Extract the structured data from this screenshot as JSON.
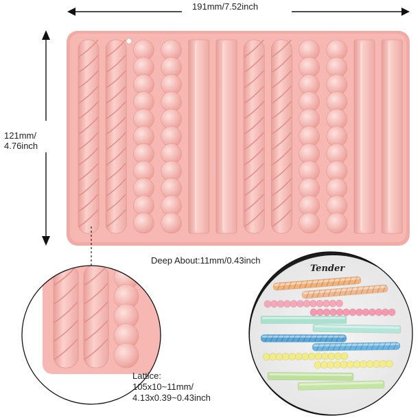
{
  "dimensions": {
    "width_label": "191mm/7.52inch",
    "height_label_line1": "121mm/",
    "height_label_line2": "4.76inch",
    "depth_label": "Deep About:11mm/0.43inch"
  },
  "lattice": {
    "line1": "Lattice:",
    "line2": "105x10~11mm/",
    "line3": "4.13x0.39~0.43inch"
  },
  "photo": {
    "label": "Tender"
  },
  "colors": {
    "mold": "#f7b8b4",
    "mold_dark": "#e9a09b",
    "mold_light": "#fcd3cf"
  },
  "cavity_pattern": [
    "twist",
    "twist",
    "ball",
    "ball",
    "plain",
    "plain",
    "twist",
    "twist",
    "ball",
    "ball",
    "plain",
    "plain"
  ]
}
